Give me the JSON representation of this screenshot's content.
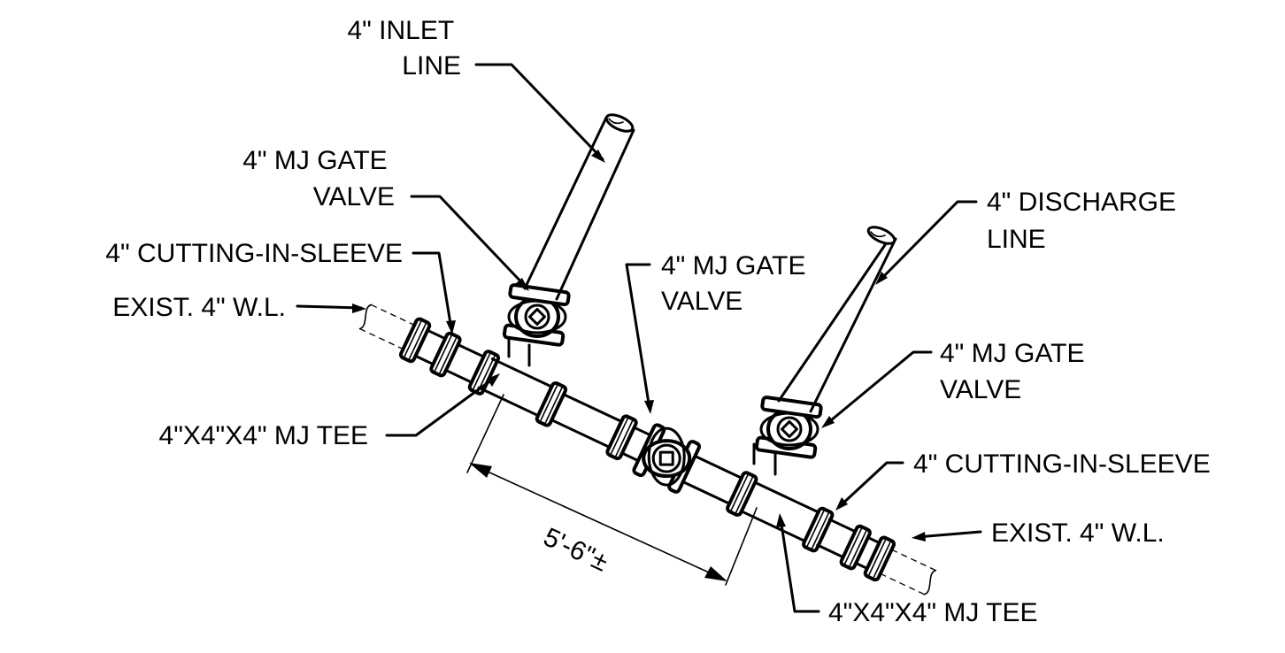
{
  "labels": {
    "inlet_line": [
      "4\" INLET",
      "LINE"
    ],
    "gate_valve_inlet": [
      "4\" MJ GATE",
      "VALVE"
    ],
    "sleeve_left": "4\" CUTTING-IN-SLEEVE",
    "exist_left": "EXIST. 4\" W.L.",
    "tee_left": "4\"X4\"X4\" MJ TEE",
    "gate_valve_center": [
      "4\" MJ GATE",
      "VALVE"
    ],
    "discharge_line": [
      "4\" DISCHARGE",
      "LINE"
    ],
    "gate_valve_discharge": [
      "4\" MJ GATE",
      "VALVE"
    ],
    "sleeve_right": "4\" CUTTING-IN-SLEEVE",
    "exist_right": "EXIST. 4\" W.L.",
    "tee_right": "4\"X4\"X4\" MJ TEE",
    "dimension": "5'-6\"±"
  }
}
